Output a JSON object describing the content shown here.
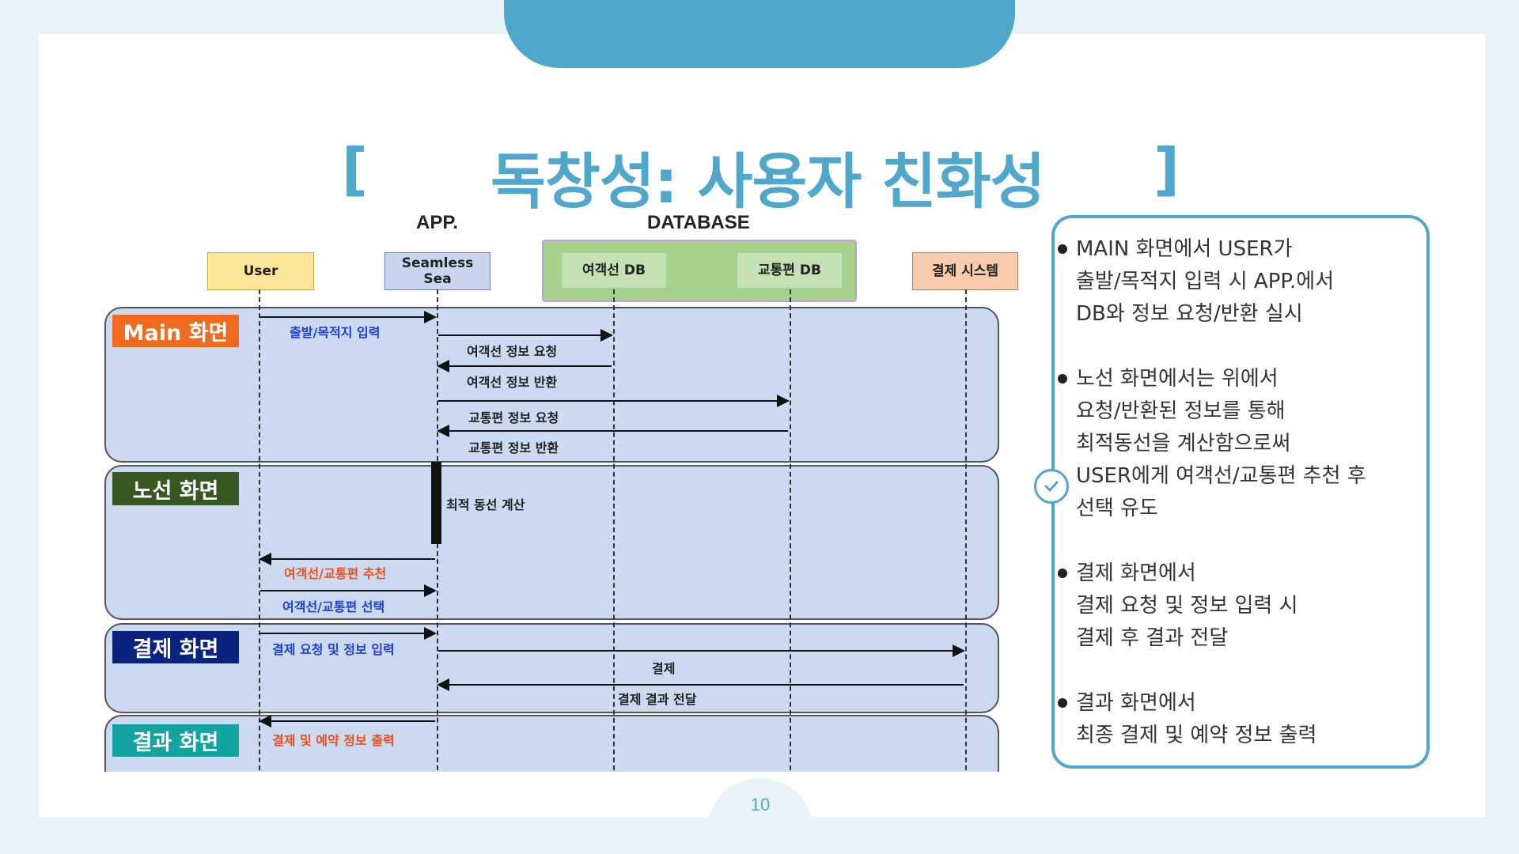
{
  "title": {
    "open_bracket": "[",
    "text": "독창성: 사용자 친화성",
    "close_bracket": "]"
  },
  "diagram": {
    "group_labels": {
      "app": "APP.",
      "database": "DATABASE"
    },
    "participants": {
      "user": "User",
      "app_line1": "Seamless",
      "app_line2": "Sea",
      "ferry_db": "여객선 DB",
      "transport_db": "교통편 DB",
      "payment": "결제 시스템"
    },
    "stages": {
      "main": "Main 화면",
      "route": "노선 화면",
      "payment": "결제 화면",
      "result": "결과 화면"
    },
    "messages": {
      "m1": "출발/목적지 입력",
      "m2": "여객선 정보 요청",
      "m3": "여객선 정보 반환",
      "m4": "교통편 정보 요청",
      "m5": "교통편 정보 반환",
      "m6": "최적 동선 계산",
      "m7": "여객선/교통편 추천",
      "m8": "여객선/교통편 선택",
      "m9": "결제 요청 및 정보 입력",
      "m10": "결제",
      "m11": "결제 결과 전달",
      "m12": "결제 및 예약 정보 출력"
    },
    "colors": {
      "user_box": "#fde59a",
      "app_box": "#c9d4ee",
      "db_group": "#a8d08d",
      "db_box": "#c5e0b4",
      "payment_box": "#f8cbad",
      "main_tag": "#f06a1f",
      "route_tag": "#385723",
      "payment_tag": "#0b2380",
      "result_tag": "#13a3a0",
      "lane": "#cbdaf0",
      "blue_text": "#1f3fd9",
      "orange_text": "#f04f1a"
    }
  },
  "panel": {
    "bullets": [
      [
        "MAIN 화면에서 USER가",
        "출발/목적지 입력 시 APP.에서",
        "DB와 정보 요청/반환 실시"
      ],
      [
        "노선 화면에서는 위에서",
        "요청/반환된 정보를 통해",
        "최적동선을 계산함으로써",
        "USER에게 여객선/교통편 추천 후",
        "선택 유도"
      ],
      [
        "결제 화면에서",
        "결제 요청 및 정보 입력 시",
        "결제 후 결과 전달"
      ],
      [
        "결과 화면에서",
        "최종 결제 및 예약 정보 출력"
      ]
    ],
    "check_icon": "check-circle-icon",
    "accent": "#4fa8cc"
  },
  "page_number": "10"
}
